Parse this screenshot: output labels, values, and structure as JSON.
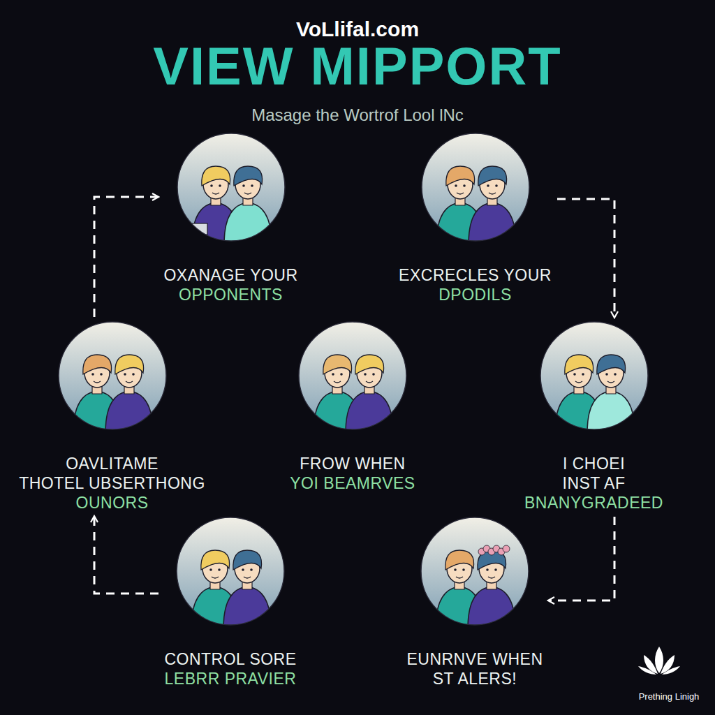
{
  "diagram": {
    "title": "VIEW MIPPORT",
    "nodes": [
      {
        "text": [
          "OXANAGE YOUR",
          "OPPONENTS"
        ]
      },
      {
        "text": [
          "EXCRECLES YOUR",
          "DPODILS"
        ]
      },
      {
        "text": [
          "OAVLITAME",
          "THOTEL UBSERTHONG",
          "OUNORS"
        ]
      },
      {
        "text": [
          "FROW WHEN",
          "YOI BEAMRVES"
        ]
      },
      {
        "text": [
          "I CHOEI",
          "INST AF",
          "BNANYGRADEED"
        ]
      },
      {
        "text": [
          "CONTROL SORE",
          "LEBRR PRAVIER"
        ]
      },
      {
        "text": [
          "EUNRNVE WHEN",
          "ST ALERS!"
        ]
      }
    ],
    "edges": [
      {
        "from": 2,
        "to": 0,
        "arrow": "to"
      },
      {
        "from": 1,
        "to": 4,
        "arrow": "to"
      },
      {
        "from": 4,
        "to": 6,
        "arrow": "to"
      },
      {
        "from": 5,
        "to": 2,
        "arrow": "to"
      }
    ],
    "labels": [
      "VoLlifal.com",
      "Masage the Wortrof Lool lNc",
      "Prething Linigh"
    ]
  }
}
